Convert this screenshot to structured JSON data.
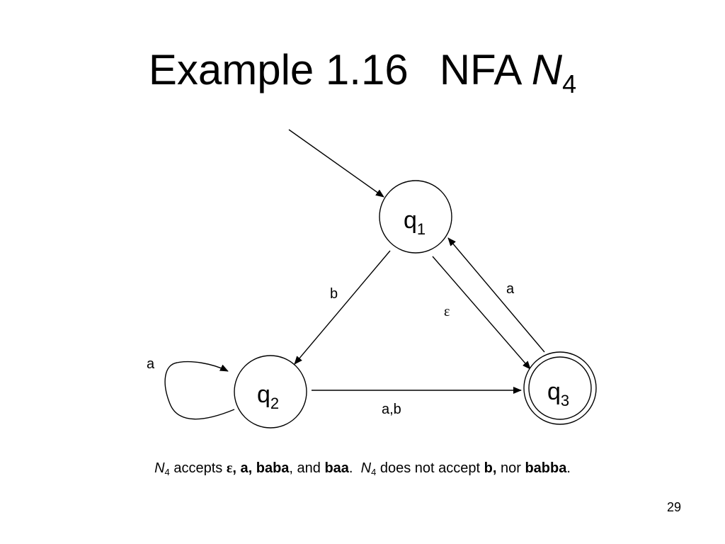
{
  "title": {
    "prefix": "Example 1.16",
    "machine": "NFA",
    "name": "N",
    "sub": "4"
  },
  "states": [
    {
      "id": "q1",
      "base": "q",
      "sub": "1",
      "start": true,
      "accept": false
    },
    {
      "id": "q2",
      "base": "q",
      "sub": "2",
      "start": false,
      "accept": false
    },
    {
      "id": "q3",
      "base": "q",
      "sub": "3",
      "start": false,
      "accept": true
    }
  ],
  "transitions": [
    {
      "from": "q1",
      "to": "q2",
      "label": "b"
    },
    {
      "from": "q1",
      "to": "q3",
      "label": "ε"
    },
    {
      "from": "q3",
      "to": "q1",
      "label": "a"
    },
    {
      "from": "q2",
      "to": "q2",
      "label": "a"
    },
    {
      "from": "q2",
      "to": "q3",
      "label": "a,b"
    }
  ],
  "caption": {
    "n": "N",
    "n_sub": "4",
    "accepts": "accepts",
    "eps": "ε",
    "list_bold": ", a, baba",
    "and_text": ", and",
    "baa": "baa",
    "period": ".",
    "n2": "N",
    "n2_sub": "4",
    "not_accept": "does not accept",
    "b": "b,",
    "nor": "nor",
    "babba": "babba",
    "end": "."
  },
  "slide_number": "29"
}
